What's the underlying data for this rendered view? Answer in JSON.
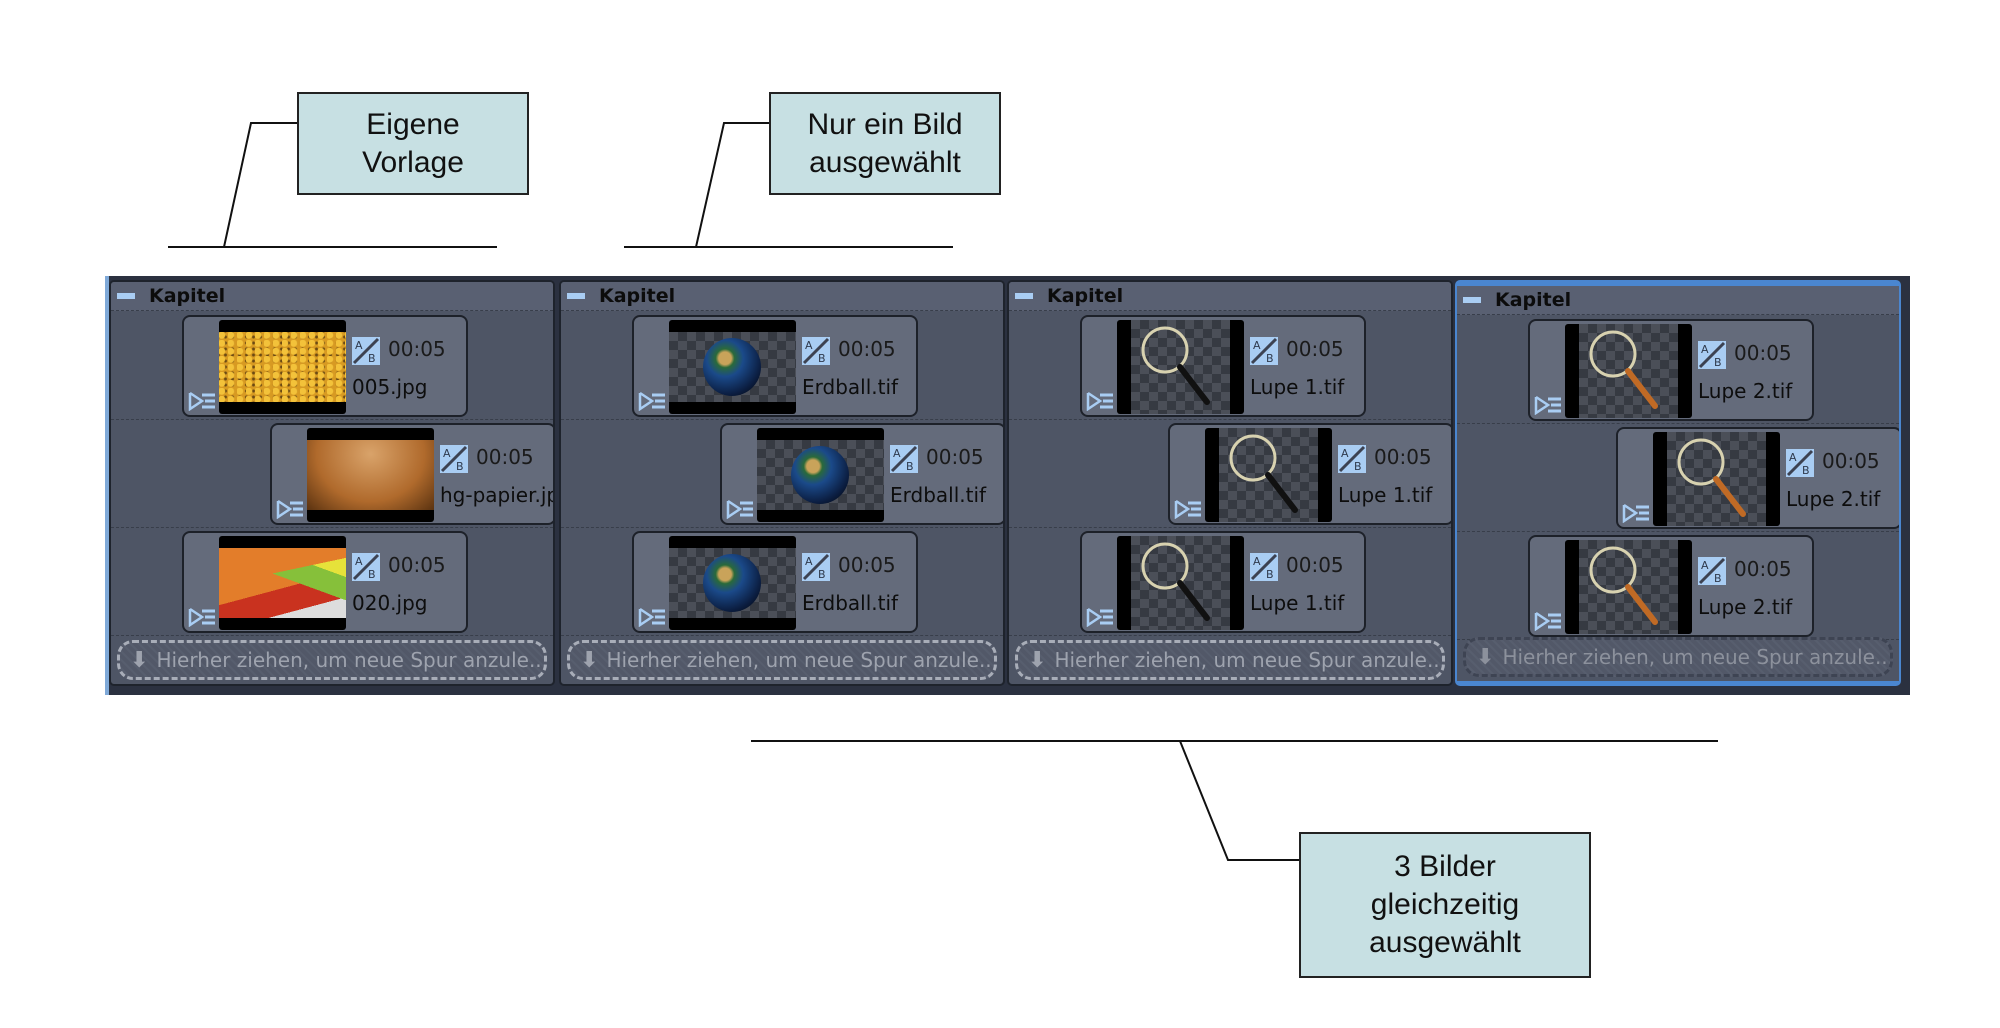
{
  "callouts": {
    "own_template": "Eigene\nVorlage",
    "single_selected": "Nur ein Bild\nausgewählt",
    "three_selected": "3 Bilder\ngleichzeitig\nausgewählt"
  },
  "accent": "#4a86d0",
  "panels": [
    {
      "title": "Kapitel",
      "selected": false,
      "drop_label": "Hierher ziehen, um neue Spur anzule...",
      "clips": [
        {
          "duration": "00:05",
          "name": "005.jpg",
          "thumb": "leaves"
        },
        {
          "duration": "00:05",
          "name": "hg-papier.jpg",
          "thumb": "paper"
        },
        {
          "duration": "00:05",
          "name": "020.jpg",
          "thumb": "stripes"
        }
      ]
    },
    {
      "title": "Kapitel",
      "selected": false,
      "drop_label": "Hierher ziehen, um neue Spur anzule...",
      "clips": [
        {
          "duration": "00:05",
          "name": "Erdball.tif",
          "thumb": "earth"
        },
        {
          "duration": "00:05",
          "name": "Erdball.tif",
          "thumb": "earth"
        },
        {
          "duration": "00:05",
          "name": "Erdball.tif",
          "thumb": "earth"
        }
      ]
    },
    {
      "title": "Kapitel",
      "selected": false,
      "drop_label": "Hierher ziehen, um neue Spur anzule...",
      "clips": [
        {
          "duration": "00:05",
          "name": "Lupe 1.tif",
          "thumb": "lens-black"
        },
        {
          "duration": "00:05",
          "name": "Lupe 1.tif",
          "thumb": "lens-black"
        },
        {
          "duration": "00:05",
          "name": "Lupe 1.tif",
          "thumb": "lens-black"
        }
      ]
    },
    {
      "title": "Kapitel",
      "selected": true,
      "drop_label": "Hierher ziehen, um neue Spur anzule...",
      "clips": [
        {
          "duration": "00:05",
          "name": "Lupe 2.tif",
          "thumb": "lens-wood"
        },
        {
          "duration": "00:05",
          "name": "Lupe 2.tif",
          "thumb": "lens-wood"
        },
        {
          "duration": "00:05",
          "name": "Lupe 2.tif",
          "thumb": "lens-wood"
        }
      ]
    }
  ]
}
